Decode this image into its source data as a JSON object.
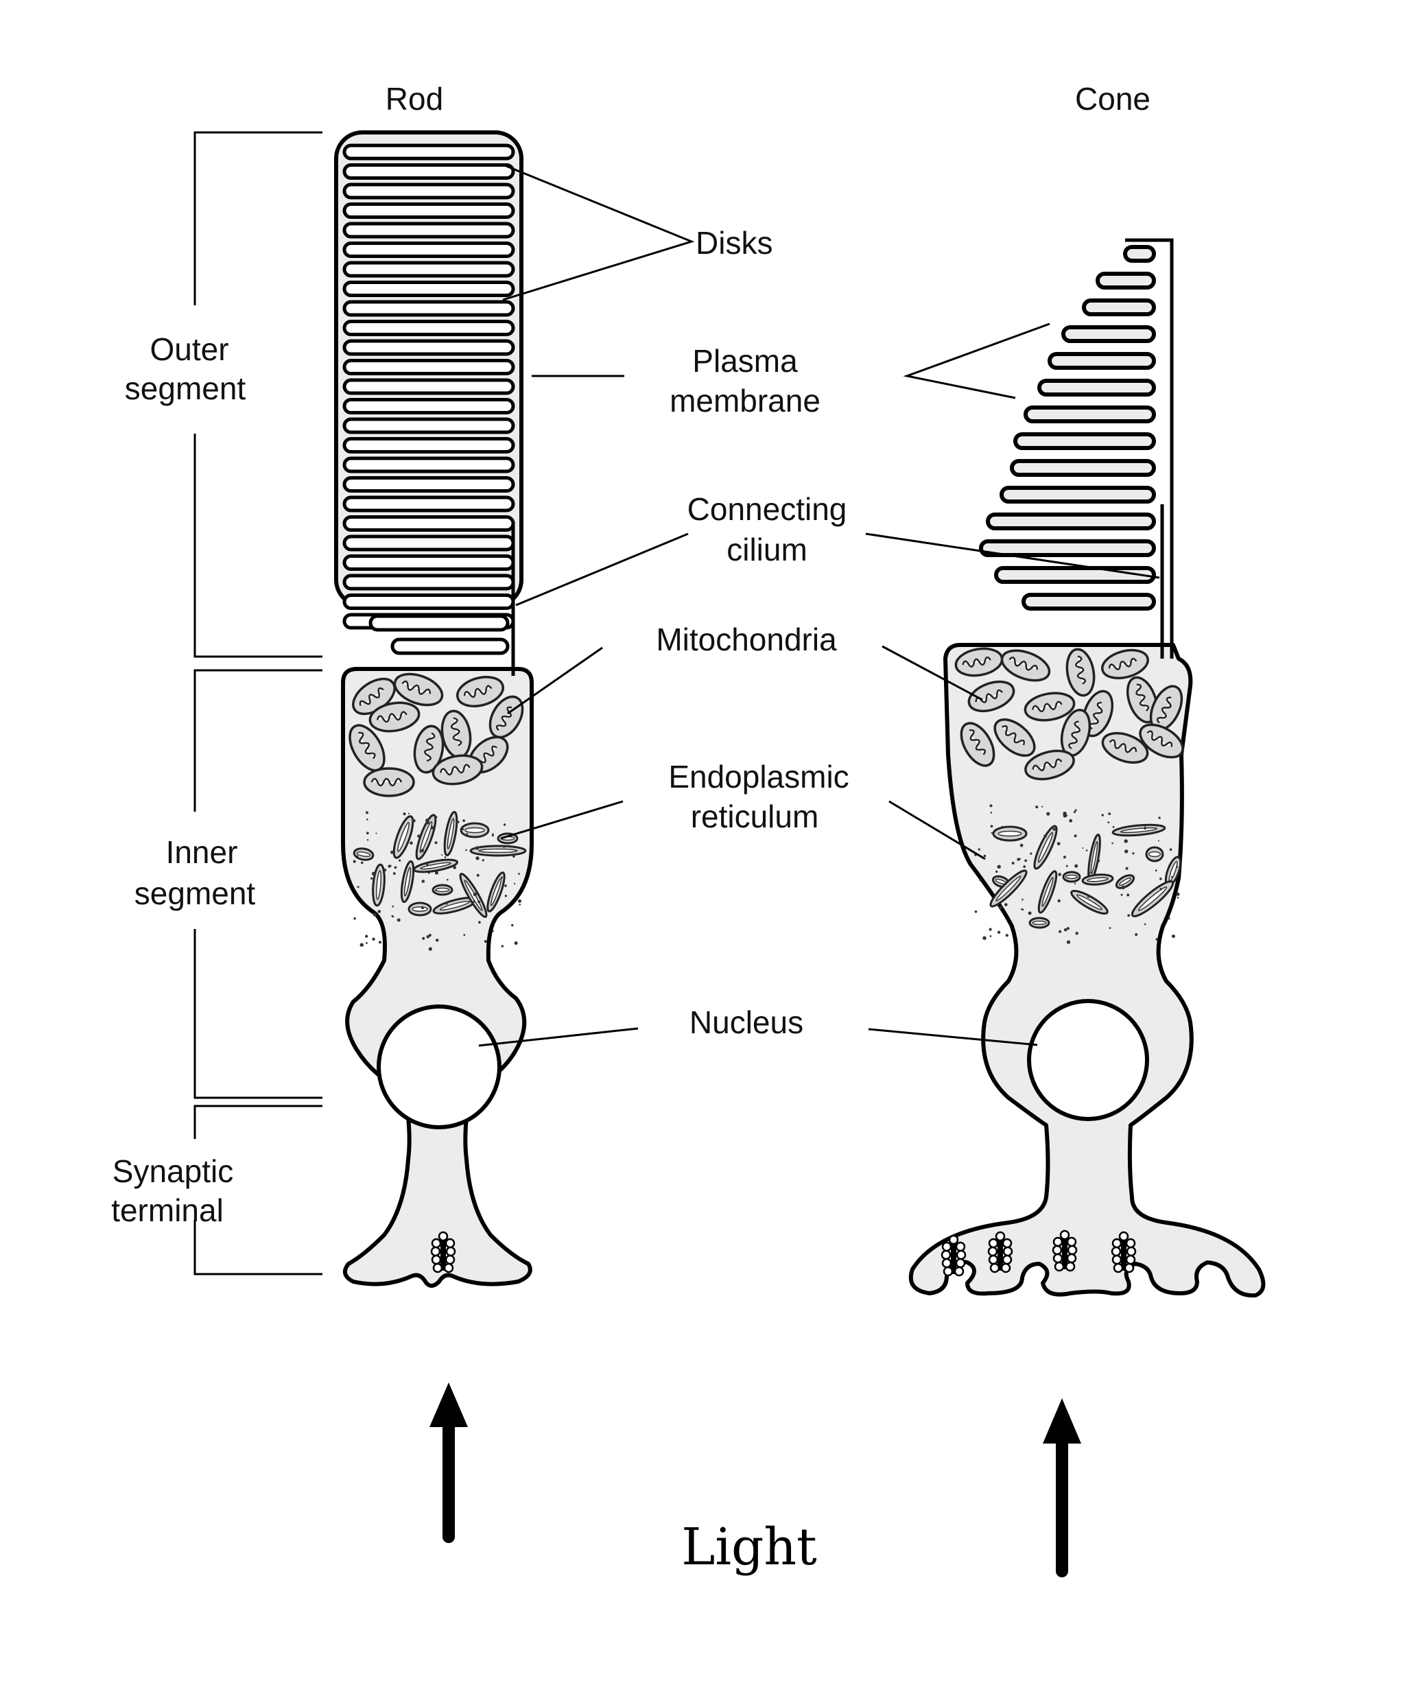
{
  "figure": {
    "cells": {
      "rod": {
        "title": "Rod"
      },
      "cone": {
        "title": "Cone"
      }
    },
    "regions": {
      "outer_segment": [
        "Outer",
        "segment"
      ],
      "inner_segment": [
        "Inner",
        "segment"
      ],
      "synaptic_terminal": [
        "Synaptic",
        "terminal"
      ]
    },
    "structures": {
      "disks": [
        "Disks"
      ],
      "plasma_membrane": [
        "Plasma",
        "membrane"
      ],
      "connecting_cilium": [
        "Connecting",
        "cilium"
      ],
      "mitochondria": [
        "Mitochondria"
      ],
      "endoplasmic_reticulum": [
        "Endoplasmic",
        "reticulum"
      ],
      "nucleus": [
        "Nucleus"
      ]
    },
    "light": {
      "label": "Light",
      "direction": "up"
    },
    "colors": {
      "cytoplasm": "#ececec",
      "outline": "#000000",
      "background": "#ffffff"
    }
  }
}
